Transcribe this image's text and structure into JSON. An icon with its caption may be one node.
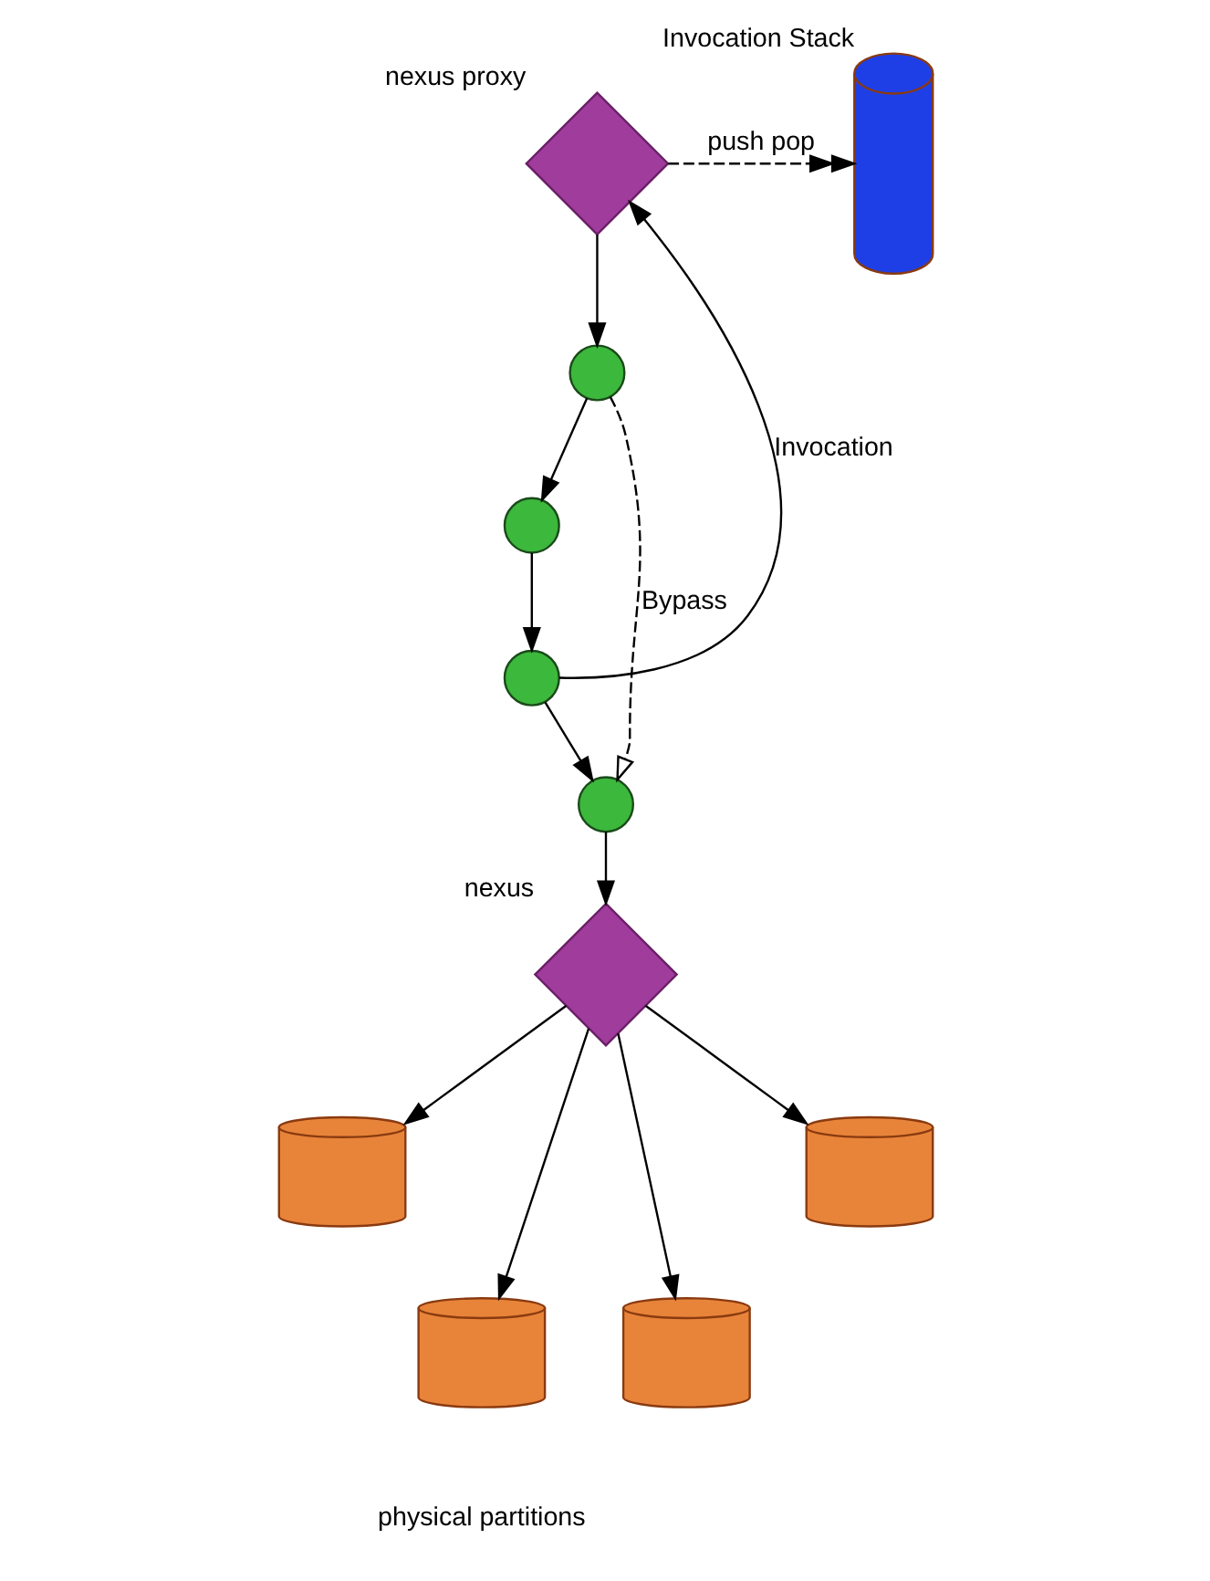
{
  "diagram": {
    "nodes": [
      {
        "text": [
          "nexus proxy"
        ]
      },
      {
        "text": [
          "Invocation Stack"
        ]
      },
      {
        "text": [],
        "shape": "circle"
      },
      {
        "text": [],
        "shape": "circle"
      },
      {
        "text": [],
        "shape": "circle"
      },
      {
        "text": [],
        "shape": "circle"
      },
      {
        "text": [
          "nexus"
        ]
      },
      {
        "text": [],
        "shape": "cylinder"
      },
      {
        "text": [],
        "shape": "cylinder"
      },
      {
        "text": [],
        "shape": "cylinder"
      },
      {
        "text": [],
        "shape": "cylinder"
      }
    ],
    "edges": [
      {
        "from": 0,
        "to": 1,
        "arrow": "to",
        "label": "push pop",
        "style": "dashed"
      },
      {
        "from": 0,
        "to": 2,
        "arrow": "to"
      },
      {
        "from": 2,
        "to": 3,
        "arrow": "to"
      },
      {
        "from": 3,
        "to": 4,
        "arrow": "to"
      },
      {
        "from": 4,
        "to": 0,
        "arrow": "to",
        "label": "Invocation"
      },
      {
        "from": 4,
        "to": 5,
        "arrow": "to"
      },
      {
        "from": 2,
        "to": 5,
        "arrow": "to",
        "label": "Bypass",
        "style": "dashed"
      },
      {
        "from": 5,
        "to": 6,
        "arrow": "to"
      },
      {
        "from": 6,
        "to": 7,
        "arrow": "to"
      },
      {
        "from": 6,
        "to": 8,
        "arrow": "to"
      },
      {
        "from": 6,
        "to": 9,
        "arrow": "to"
      },
      {
        "from": 6,
        "to": 10,
        "arrow": "to"
      }
    ],
    "labels": [
      "physical partitions"
    ]
  }
}
